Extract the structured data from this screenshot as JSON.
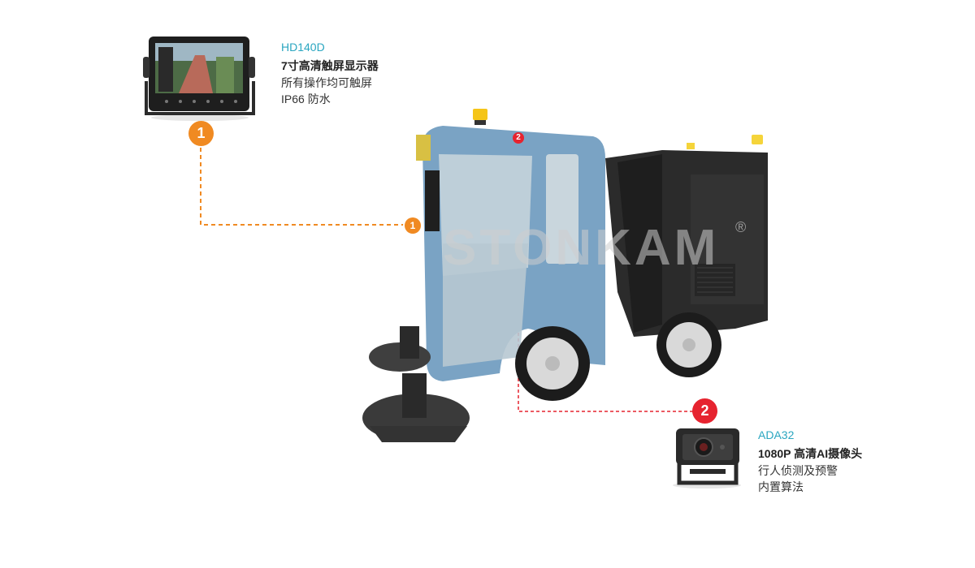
{
  "product1": {
    "model": "HD140D",
    "title": "7寸高清触屏显示器",
    "features": [
      "所有操作均可触屏",
      "IP66 防水"
    ],
    "marker": "1"
  },
  "product2": {
    "model": "ADA32",
    "title": "1080P 高清AI摄像头",
    "features": [
      "行人侦测及预警",
      "内置算法"
    ],
    "marker": "2"
  },
  "watermark": {
    "text": "STONKAM",
    "symbol": "®"
  },
  "colors": {
    "orange": "#f08a22",
    "red": "#e6232f",
    "model_text": "#2aa6c0",
    "cab_blue": "#7aa3c4",
    "body_dark": "#2b2b2b"
  }
}
